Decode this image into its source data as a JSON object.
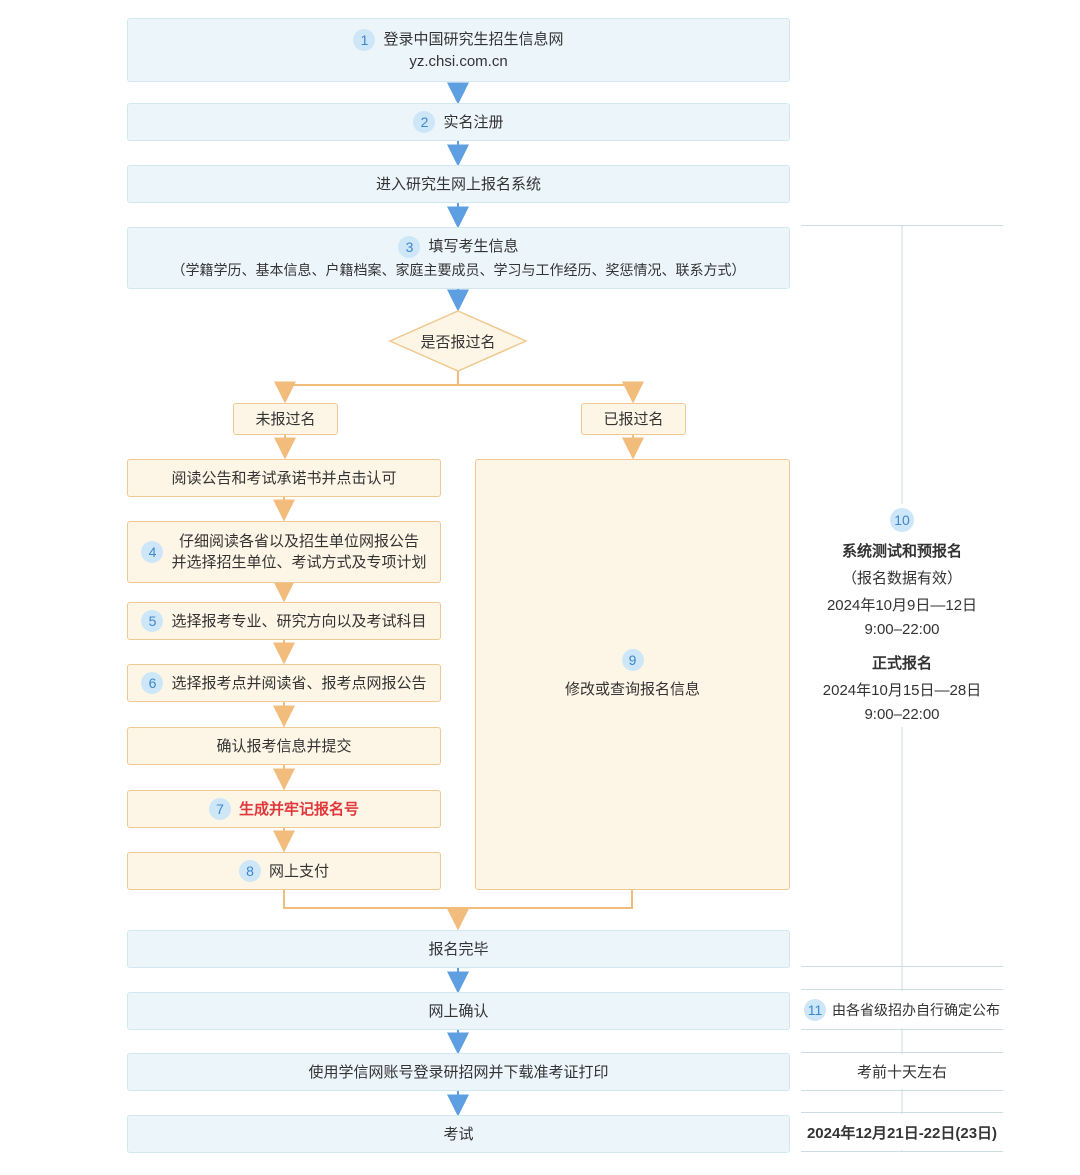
{
  "colors": {
    "blue_box_bg": "#ecf5fa",
    "blue_box_border": "#d3e7f1",
    "cream_box_bg": "#fdf6e6",
    "cream_box_border": "#f0c992",
    "blue_arrow": "#5d9fe0",
    "orange_arrow": "#f2bd7c",
    "badge_bg": "#cde6f8",
    "badge_text": "#3e87cc",
    "red_text": "#e0383d",
    "divider_line": "#ccdce4",
    "text": "#333333"
  },
  "flow": {
    "step1": {
      "badge": "1",
      "line1": "登录中国研究生招生信息网",
      "line2": "yz.chsi.com.cn"
    },
    "step2": {
      "badge": "2",
      "label": "实名注册"
    },
    "step3": {
      "label": "进入研究生网上报名系统"
    },
    "step4": {
      "badge": "3",
      "title": "填写考生信息",
      "subtitle": "（学籍学历、基本信息、户籍档案、家庭主要成员、学习与工作经历、奖惩情况、联系方式）"
    },
    "decision": {
      "label": "是否报过名"
    },
    "branch_left": {
      "label": "未报过名"
    },
    "branch_right": {
      "label": "已报过名"
    },
    "left_steps": [
      {
        "label": "阅读公告和考试承诺书并点击认可"
      },
      {
        "badge": "4",
        "line1": "仔细阅读各省以及招生单位网报公告",
        "line2": "并选择招生单位、考试方式及专项计划"
      },
      {
        "badge": "5",
        "label": "选择报考专业、研究方向以及考试科目"
      },
      {
        "badge": "6",
        "label": "选择报考点并阅读省、报考点网报公告"
      },
      {
        "label": "确认报考信息并提交"
      },
      {
        "badge": "7",
        "label": "生成并牢记报名号"
      },
      {
        "badge": "8",
        "label": "网上支付"
      }
    ],
    "right_box": {
      "badge": "9",
      "label": "修改或查询报名信息"
    },
    "end1": {
      "label": "报名完毕"
    },
    "end2": {
      "label": "网上确认"
    },
    "end3": {
      "label": "使用学信网账号登录研招网并下载准考证打印"
    },
    "end4": {
      "label": "考试"
    }
  },
  "sidebar": {
    "reg_window": {
      "badge": "10",
      "test_title": "系统测试和预报名",
      "test_note": "（报名数据有效）",
      "test_date": "2024年10月9日—12日",
      "test_time": "9:00–22:00",
      "official_title": "正式报名",
      "official_date": "2024年10月15日—28日",
      "official_time": "9:00–22:00"
    },
    "confirm_note": {
      "badge": "11",
      "label": "由各省级招办自行确定公布"
    },
    "admission_note": {
      "label": "考前十天左右"
    },
    "exam_date": {
      "label": "2024年12月21日-22日(23日)"
    }
  }
}
